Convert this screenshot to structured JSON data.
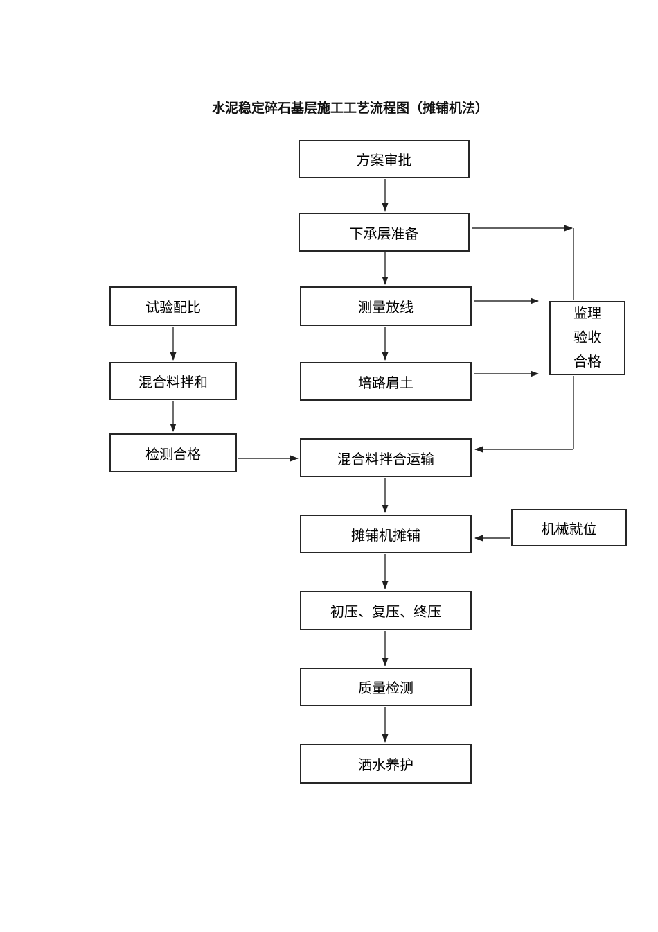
{
  "title": "水泥稳定碎石基层施工工艺流程图（摊铺机法）",
  "nodes": [
    {
      "id": "plan-approval",
      "label": "方案审批"
    },
    {
      "id": "subbase-preparation",
      "label": "下承层准备"
    },
    {
      "id": "trial-mix-ratio",
      "label": "试验配比"
    },
    {
      "id": "survey-layout",
      "label": "测量放线"
    },
    {
      "id": "supervision-acceptance",
      "label": "监理验收合格"
    },
    {
      "id": "mixture-mixing",
      "label": "混合料拌和"
    },
    {
      "id": "shoulder-soil",
      "label": "培路肩土"
    },
    {
      "id": "inspection-qualified",
      "label": "检测合格"
    },
    {
      "id": "mixture-mix-transport",
      "label": "混合料拌合运输"
    },
    {
      "id": "paver-paving",
      "label": "摊铺机摊铺"
    },
    {
      "id": "machinery-in-place",
      "label": "机械就位"
    },
    {
      "id": "initial-re-final-rolling",
      "label": "初压、复压、终压"
    },
    {
      "id": "quality-inspection",
      "label": "质量检测"
    },
    {
      "id": "water-curing",
      "label": "洒水养护"
    }
  ],
  "edges": [
    {
      "from": "plan-approval",
      "to": "subbase-preparation"
    },
    {
      "from": "subbase-preparation",
      "to": "survey-layout"
    },
    {
      "from": "survey-layout",
      "to": "shoulder-soil"
    },
    {
      "from": "trial-mix-ratio",
      "to": "mixture-mixing"
    },
    {
      "from": "mixture-mixing",
      "to": "inspection-qualified"
    },
    {
      "from": "inspection-qualified",
      "to": "mixture-mix-transport"
    },
    {
      "from": "subbase-preparation",
      "to": "supervision-acceptance"
    },
    {
      "from": "survey-layout",
      "to": "supervision-acceptance"
    },
    {
      "from": "shoulder-soil",
      "to": "supervision-acceptance"
    },
    {
      "from": "supervision-acceptance",
      "to": "mixture-mix-transport"
    },
    {
      "from": "mixture-mix-transport",
      "to": "paver-paving"
    },
    {
      "from": "machinery-in-place",
      "to": "paver-paving"
    },
    {
      "from": "paver-paving",
      "to": "initial-re-final-rolling"
    },
    {
      "from": "initial-re-final-rolling",
      "to": "quality-inspection"
    },
    {
      "from": "quality-inspection",
      "to": "water-curing"
    }
  ],
  "colors": {
    "background": "#ffffff",
    "border": "#262626",
    "line": "#2e2e2e",
    "text": "#000000"
  }
}
